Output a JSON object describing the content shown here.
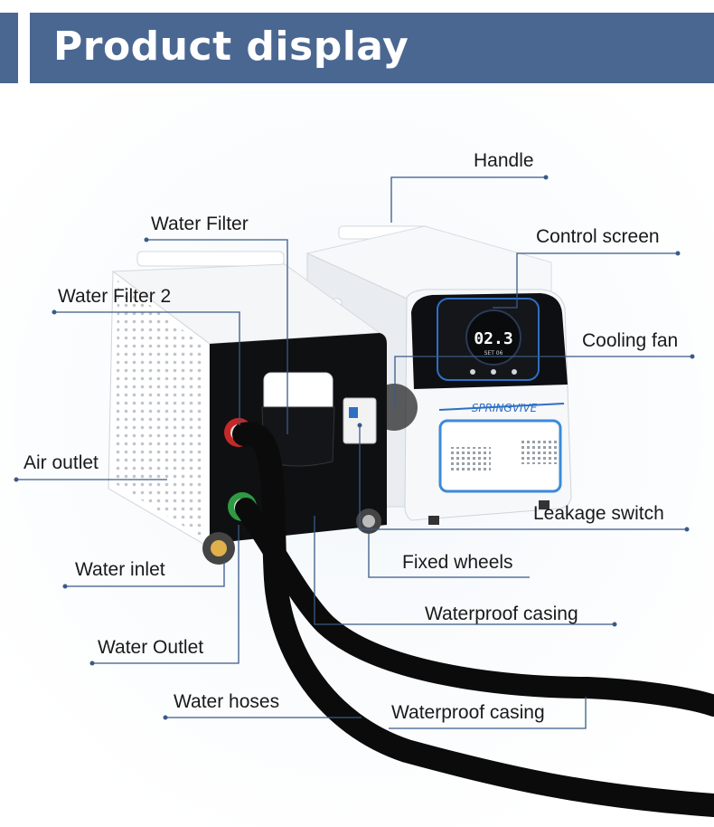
{
  "header": {
    "title": "Product display",
    "color": "#4a6791"
  },
  "device": {
    "brand": "SPRINGVIVE",
    "display_value": "02.3",
    "display_subtext": "SET 06"
  },
  "callouts": {
    "handle": "Handle",
    "water_filter": "Water Filter",
    "control_screen": "Control screen",
    "water_filter_2": "Water Filter 2",
    "cooling_fan": "Cooling fan",
    "air_outlet": "Air outlet",
    "leakage_switch": "Leakage switch",
    "water_inlet": "Water inlet",
    "fixed_wheels": "Fixed wheels",
    "waterproof_casing_1": "Waterproof casing",
    "water_outlet": "Water Outlet",
    "water_hoses": "Water hoses",
    "waterproof_casing_2": "Waterproof casing"
  },
  "colors": {
    "line": "#3a5a86",
    "unit_body": "#f4f6f8",
    "panel": "#111111"
  }
}
